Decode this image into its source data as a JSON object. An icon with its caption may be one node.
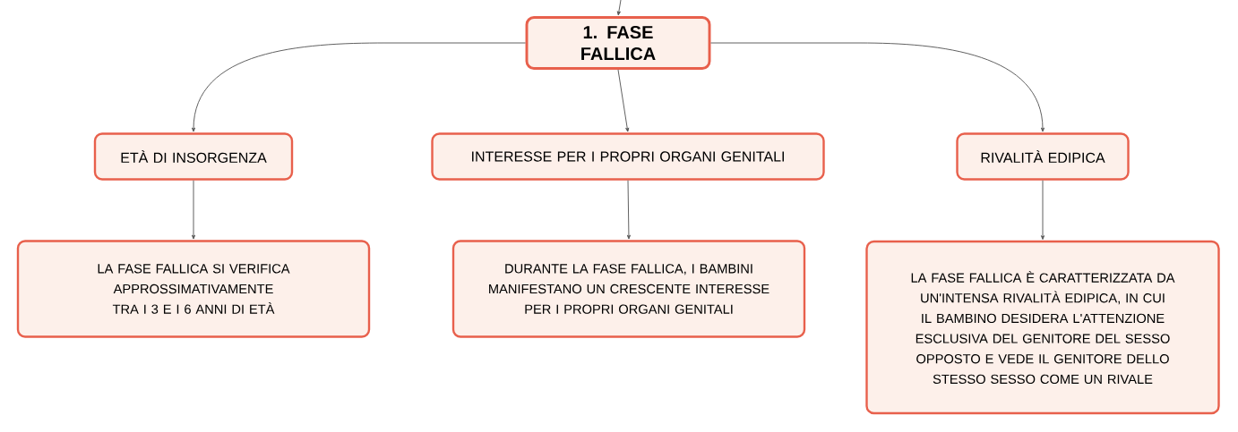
{
  "diagram": {
    "nodes": [
      {
        "text": [
          "1. FASE FALLICA"
        ]
      },
      {
        "text": [
          "ETÀ DI INSORGENZA"
        ]
      },
      {
        "text": [
          "INTERESSE PER I PROPRI ORGANI GENITALI"
        ]
      },
      {
        "text": [
          "RIVALITÀ EDIPICA"
        ]
      },
      {
        "text": [
          "LA FASE FALLICA SI VERIFICA APPROSSIMATIVAMENTE TRA I 3 E I 6 ANNI DI ETÀ"
        ]
      },
      {
        "text": [
          "DURANTE LA FASE FALLICA, I BAMBINI MANIFESTANO UN CRESCENTE INTERESSE PER I PROPRI ORGANI GENITALI"
        ]
      },
      {
        "text": [
          "LA FASE FALLICA È CARATTERIZZATA DA UN'INTENSA RIVALITÀ EDIPICA, IN CUI IL BAMBINO DESIDERA L'ATTENZIONE ESCLUSIVA DEL GENITORE DEL SESSO OPPOSTO E VEDE IL GENITORE DELLO STESSO SESSO COME UN RIVALE"
        ]
      }
    ],
    "edges": [
      {
        "from": null,
        "to": 0,
        "arrow": "to"
      },
      {
        "from": 0,
        "to": 1,
        "arrow": "to"
      },
      {
        "from": 0,
        "to": 2,
        "arrow": "to"
      },
      {
        "from": 0,
        "to": 3,
        "arrow": "to"
      },
      {
        "from": 1,
        "to": 4,
        "arrow": "to"
      },
      {
        "from": 2,
        "to": 5,
        "arrow": "to"
      },
      {
        "from": 3,
        "to": 6,
        "arrow": "to"
      }
    ]
  }
}
